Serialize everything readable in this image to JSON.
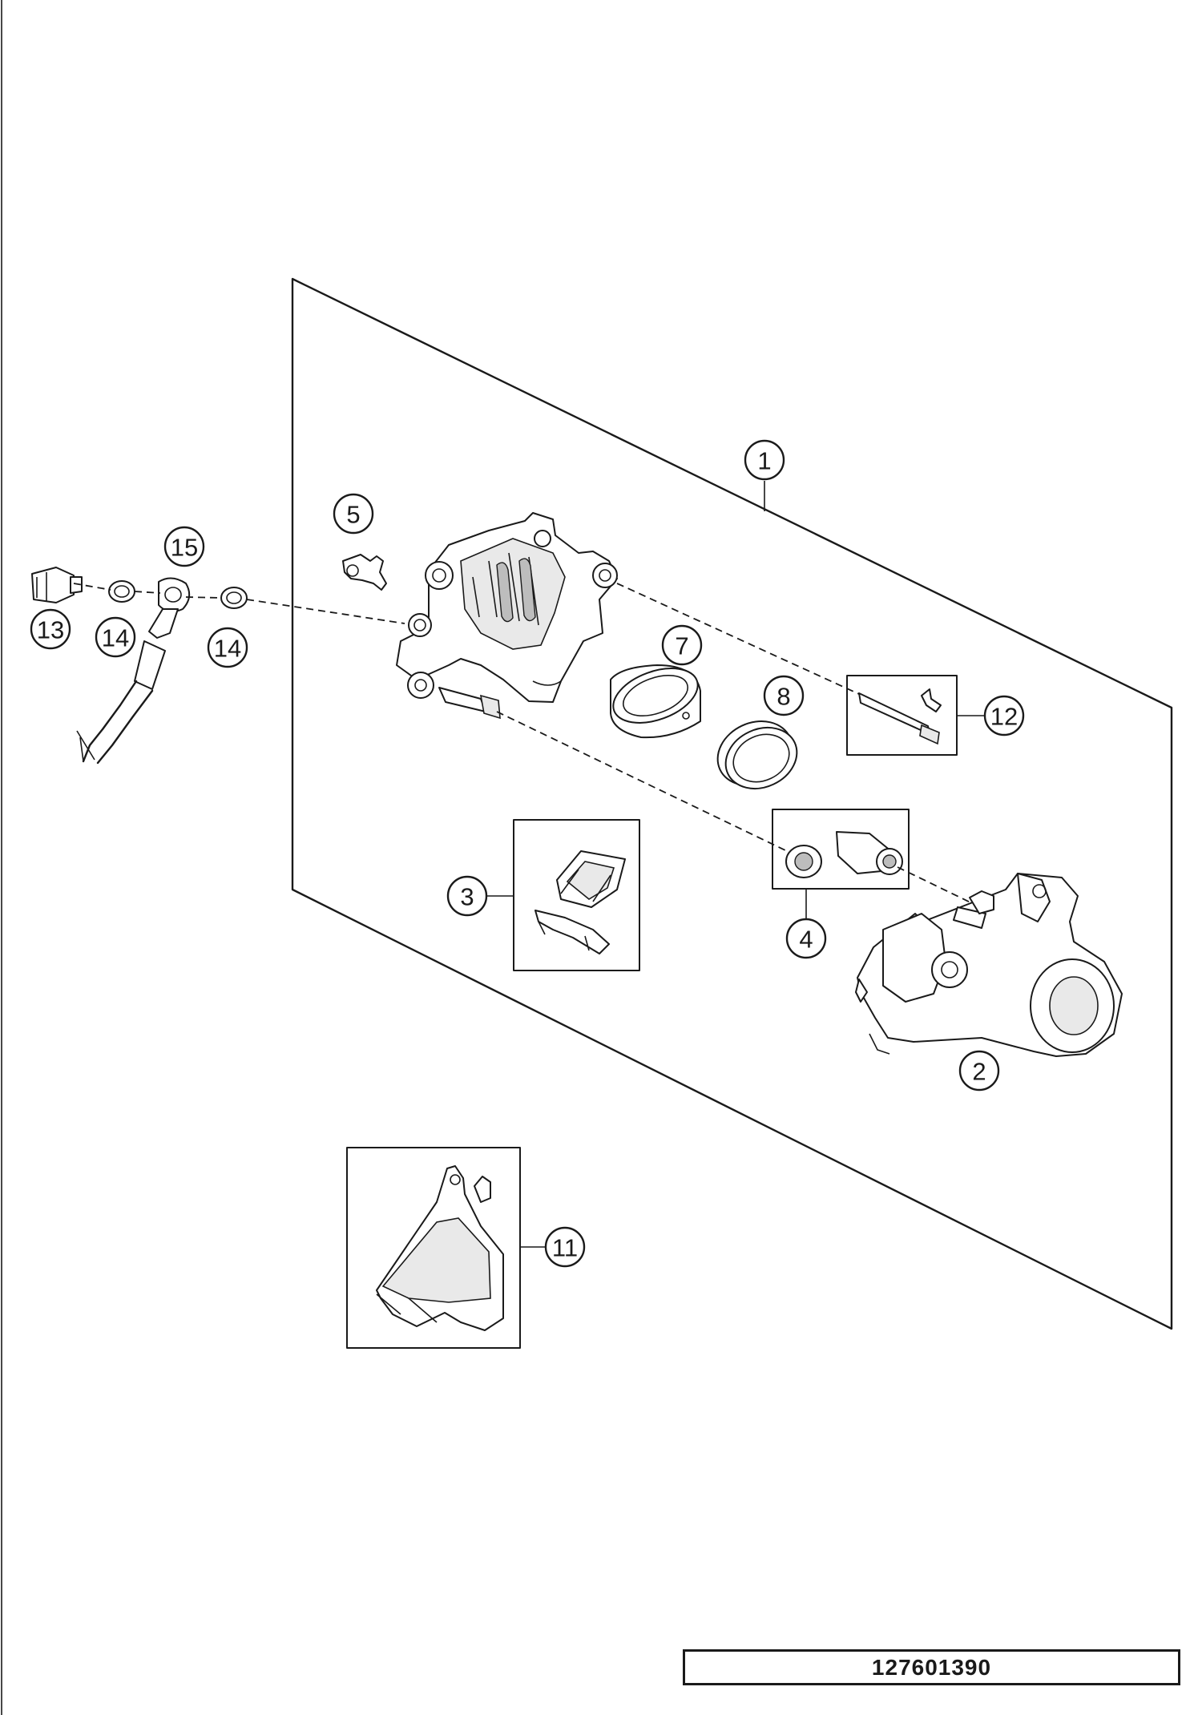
{
  "diagram": {
    "reference_number": "127601390",
    "callouts": [
      {
        "id": "1",
        "label": "1"
      },
      {
        "id": "2",
        "label": "2"
      },
      {
        "id": "3",
        "label": "3"
      },
      {
        "id": "4",
        "label": "4"
      },
      {
        "id": "5",
        "label": "5"
      },
      {
        "id": "7",
        "label": "7"
      },
      {
        "id": "8",
        "label": "8"
      },
      {
        "id": "11",
        "label": "11"
      },
      {
        "id": "12",
        "label": "12"
      },
      {
        "id": "13",
        "label": "13"
      },
      {
        "id": "14a",
        "label": "14"
      },
      {
        "id": "14b",
        "label": "14"
      },
      {
        "id": "15",
        "label": "15"
      }
    ]
  }
}
